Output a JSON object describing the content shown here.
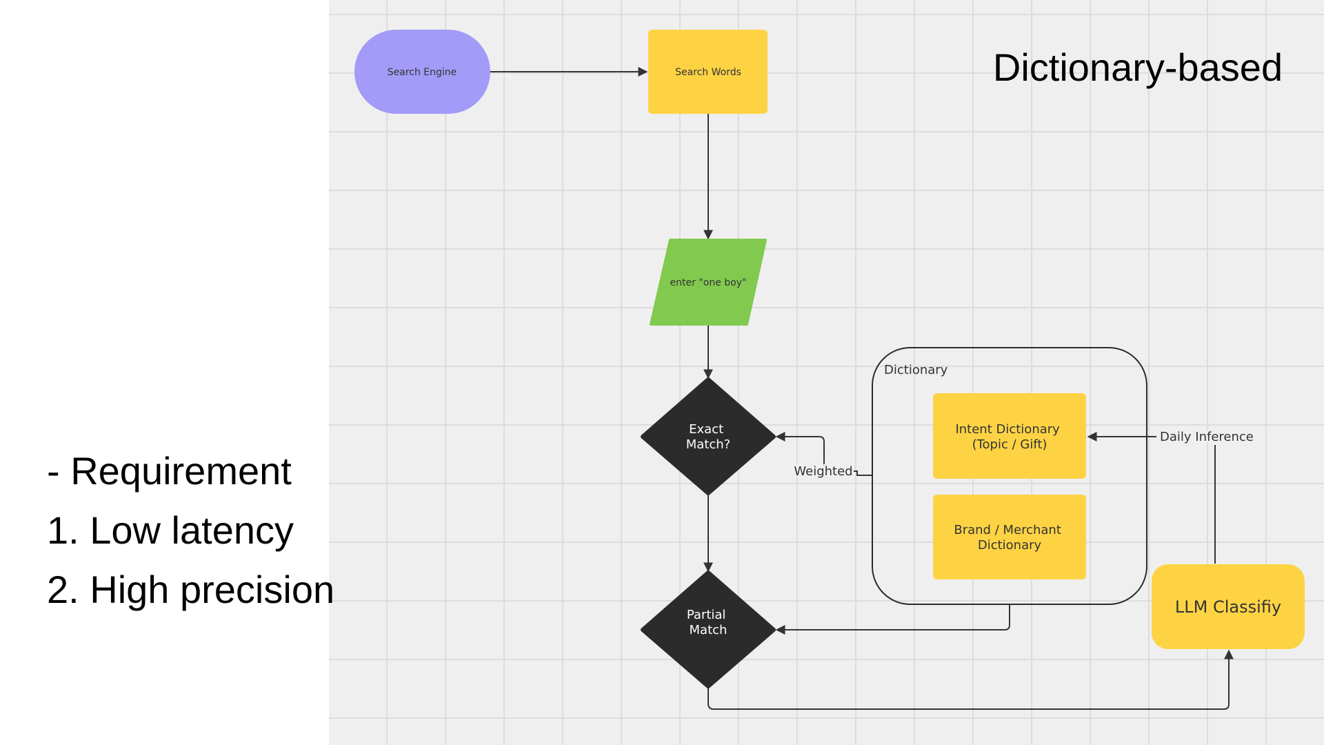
{
  "heading": "Dictionary-based",
  "notes": {
    "requirement": "- Requirement",
    "item1": "1. Low latency",
    "item2": "2. High precision"
  },
  "nodes": {
    "search_engine": "Search Engine",
    "search_words": "Search Words",
    "enter_input": "enter \"one boy\"",
    "exact_match": [
      "Exact",
      "Match?"
    ],
    "partial_match": [
      "Partial",
      "Match"
    ],
    "dictionary_group": "Dictionary",
    "intent_dictionary": [
      "Intent Dictionary",
      "(Topic / Gift)"
    ],
    "brand_dictionary": [
      "Brand / Merchant",
      "Dictionary"
    ],
    "llm_classify": "LLM Classifiy"
  },
  "edge_labels": {
    "weighted": "Weighted",
    "daily_inference": "Daily Inference"
  },
  "colors": {
    "purple": "#a39bf7",
    "yellow": "#fdd344",
    "green": "#82c94f",
    "dark": "#2b2b2b",
    "line": "#333333"
  }
}
